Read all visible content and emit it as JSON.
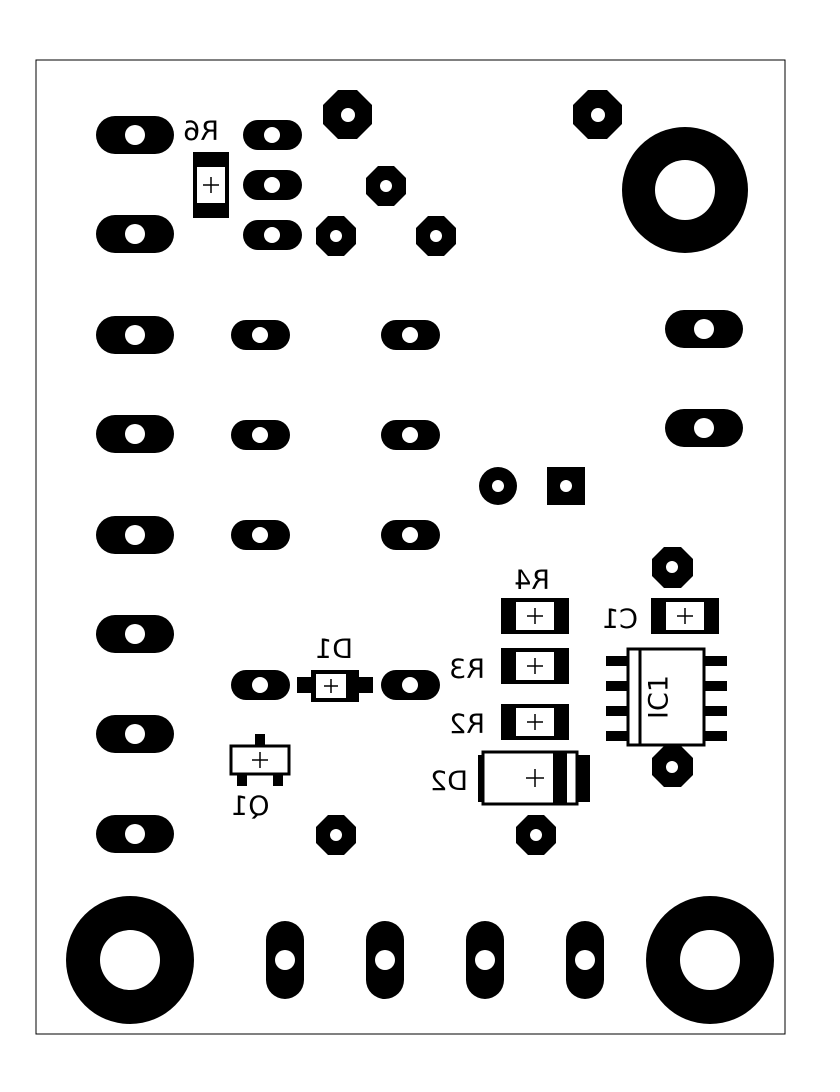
{
  "board": {
    "colors": {
      "copper": "#000000",
      "drill": "#ffffff",
      "background": "#ffffff",
      "outline": "#000000"
    },
    "view": "bottom (mirrored silkscreen)"
  },
  "labels": {
    "r6": "R6",
    "r4": "R4",
    "r3": "R3",
    "r2": "R2",
    "c1": "C1",
    "d1": "D1",
    "d2": "D2",
    "q1": "Q1",
    "ic1": "IC1"
  }
}
